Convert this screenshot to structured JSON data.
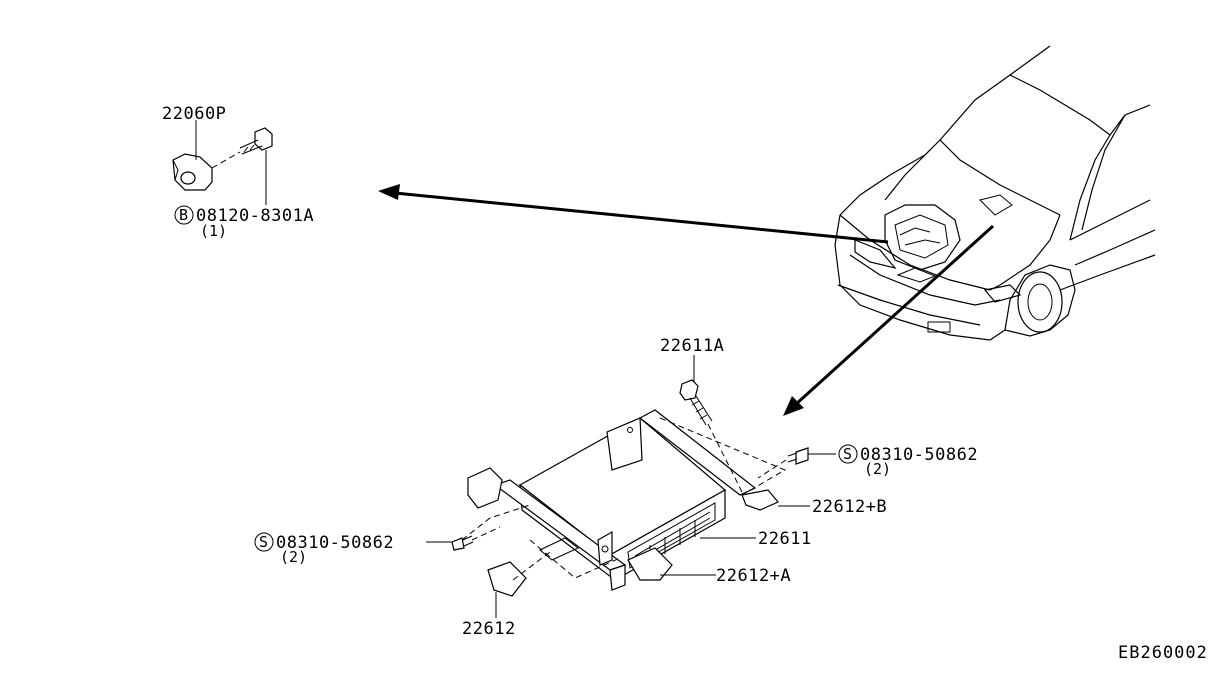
{
  "labels": {
    "sensor_part": "22060P",
    "bolt_part": "08120-8301A",
    "bolt_prefix": "B",
    "bolt_qty": "(1)",
    "bolt2_part": "22611A",
    "screw_right_prefix": "S",
    "screw_right_part": "08310-50862",
    "screw_right_qty": "(2)",
    "bracket_b": "22612+B",
    "ecu": "22611",
    "screw_left_prefix": "S",
    "screw_left_part": "08310-50862",
    "screw_left_qty": "(2)",
    "bracket_a": "22612+A",
    "bracket": "22612",
    "diagram_code": "EB260002"
  }
}
